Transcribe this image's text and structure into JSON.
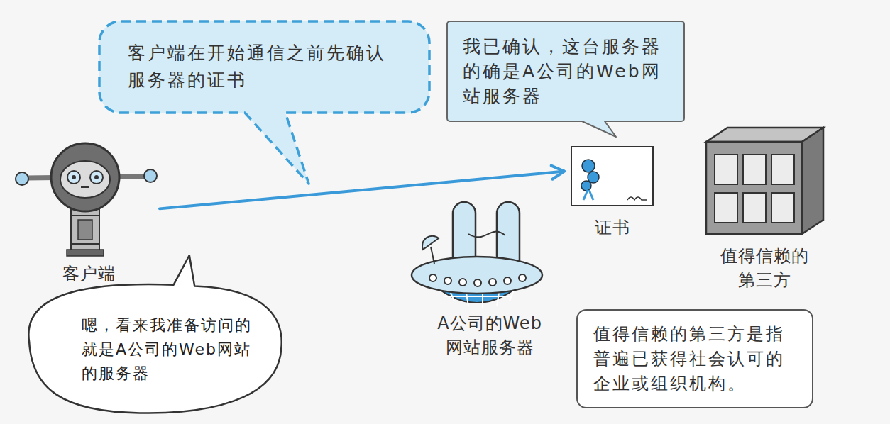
{
  "diagram": {
    "nodes": [
      {
        "text": [
          "客户端在开始通信之前先确认服务器的证书"
        ]
      },
      {
        "text": [
          "我已确认，这台服务器的确是A公司的Web网站服务器"
        ]
      },
      {
        "text": [
          "客户端"
        ]
      },
      {
        "text": [
          "证书"
        ]
      },
      {
        "text": [
          "A公司的Web网站服务器"
        ]
      },
      {
        "text": [
          "值得信赖的第三方"
        ]
      },
      {
        "text": [
          "嗯，看来我准备访问的就是A公司的Web网站的服务器"
        ]
      },
      {
        "text": [
          "值得信赖的第三方是指普遍已获得社会认可的企业或组织机构。"
        ]
      }
    ],
    "edges": [
      {
        "from": 2,
        "to": 3,
        "arrow": "to"
      }
    ]
  }
}
